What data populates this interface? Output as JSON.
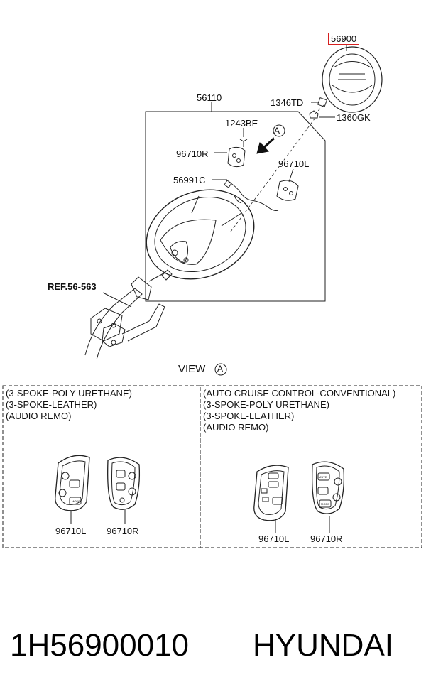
{
  "parts": {
    "airbag": "56900",
    "wheel": "56110",
    "nut": "1346TD",
    "bolt_top": "1360GK",
    "bolt": "1243BE",
    "switch_r": "96710R",
    "switch_l": "96710L",
    "wire": "56991C",
    "ref": "REF.56-563"
  },
  "view": {
    "label": "VIEW",
    "marker": "A"
  },
  "left_panel": {
    "lines": [
      "(3-SPOKE-POLY URETHANE)",
      "(3-SPOKE-LEATHER)",
      "(AUDIO REMO)"
    ],
    "label_l": "96710L",
    "label_r": "96710R",
    "btn_mode": "MODE"
  },
  "right_panel": {
    "lines": [
      "(AUTO CRUISE CONTROL-CONVENTIONAL)",
      "(3-SPOKE-POLY URETHANE)",
      "(3-SPOKE-LEATHER)",
      "(AUDIO REMO)"
    ],
    "label_l": "96710L",
    "label_r": "96710R",
    "btn_mute": "MUTE",
    "btn_mode": "MODE"
  },
  "footer": {
    "part_number": "1H56900010",
    "brand": "HYUNDAI"
  },
  "colors": {
    "highlight": "#d61f1f",
    "line": "#222222"
  }
}
